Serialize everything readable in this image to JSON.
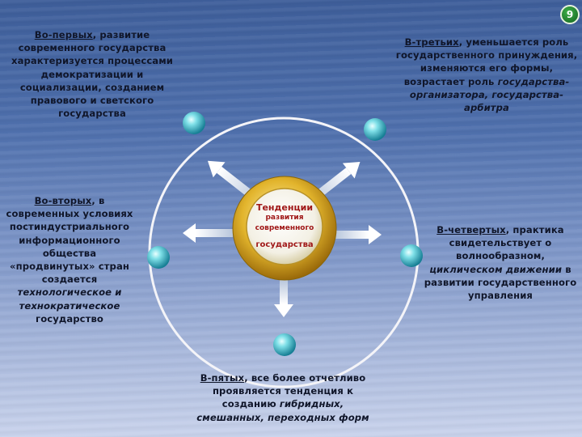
{
  "slide_number": "9",
  "center": {
    "line1": "Тенденции",
    "line2": "развития",
    "line3": "современного",
    "line4": "государства"
  },
  "blocks": {
    "first": {
      "lead": "Во-первых",
      "rest": ", развитие современного государства характеризуется процессами демократизации и социализации, созданием правового и светского государства"
    },
    "second": {
      "lead": "Во-вторых",
      "part1": ", в современных условиях постиндустриального информационного общества «продвинутых» стран создается ",
      "italic": "технологическое и технократическое",
      "part2": " государство"
    },
    "third": {
      "lead": "В-третьих",
      "part1": ", уменьшается роль государственного принуждения, изменяются его формы, возрастает роль ",
      "italic": "государства-организатора, государства-арбитра"
    },
    "fourth": {
      "lead": "В-четвертых",
      "part1": ", практика свидетельствует о волнообразном, ",
      "italic": "циклическом движении",
      "part2": " в развитии государственного управления"
    },
    "fifth": {
      "lead": "В-пятых",
      "part1": ", все более отчетливо проявляется тенденция к созданию ",
      "italic": "гибридных, смешанных, переходных форм"
    }
  },
  "colors": {
    "ring": "#f4f4f8",
    "gold": "#d9ac25",
    "cyan": "#41b8c8",
    "center_text": "#a01818"
  }
}
